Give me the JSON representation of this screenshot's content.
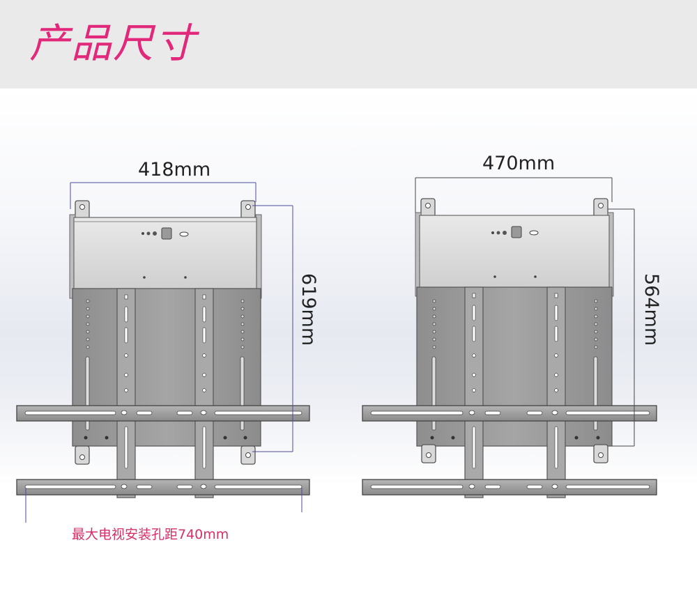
{
  "header": {
    "title": "产品尺寸"
  },
  "left_diagram": {
    "width_label": "418mm",
    "height_label": "619mm",
    "note": "最大电视安装孔距740mm"
  },
  "right_diagram": {
    "width_label": "470mm",
    "height_label": "564mm"
  },
  "colors": {
    "accent": "#e2287a",
    "note": "#d62f6a",
    "dimension_line": "#4a4aa0",
    "plate": "#9a9a9a"
  }
}
